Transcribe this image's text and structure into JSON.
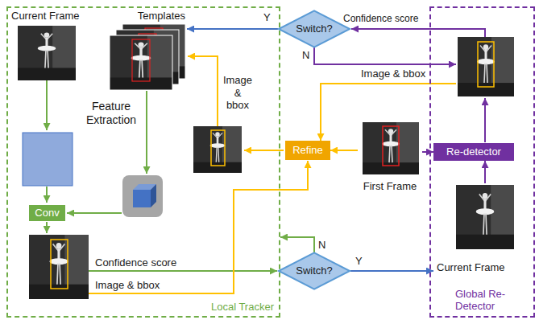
{
  "diagram": {
    "nodes": [
      {
        "text": [
          "Local Tracker"
        ]
      },
      {
        "text": [
          "Current Frame"
        ],
        "in": 0
      },
      {
        "text": [
          "Templates"
        ],
        "in": 0
      },
      {
        "text": [
          "Conv"
        ],
        "in": 0
      },
      {
        "text": [
          "Switch?"
        ]
      },
      {
        "text": [
          "Refine"
        ]
      },
      {
        "text": [
          "First Frame"
        ]
      },
      {
        "text": [
          "Switch?"
        ]
      },
      {
        "text": [
          "Global Re-Detector"
        ]
      },
      {
        "text": [
          "Re-detector"
        ],
        "in": 8
      },
      {
        "text": [
          "Current Frame"
        ],
        "in": 8
      }
    ],
    "edges": [
      {
        "from": 4,
        "to": 2,
        "arrow": "to",
        "label": "Y"
      },
      {
        "from": 6,
        "to": 5,
        "arrow": "to"
      },
      {
        "from": 6,
        "to": 9,
        "arrow": "to"
      },
      {
        "from": 10,
        "to": 9,
        "arrow": "to"
      },
      {
        "from": 7,
        "to": 0,
        "arrow": "to",
        "label": "N"
      },
      {
        "from": 7,
        "to": 10,
        "arrow": "to",
        "label": "Y"
      }
    ],
    "labels": [
      "Confidence score",
      "N",
      "Image & bbox",
      "Image & bbox",
      "Feature Extraction",
      "Confidence score",
      "Image & bbox"
    ]
  }
}
